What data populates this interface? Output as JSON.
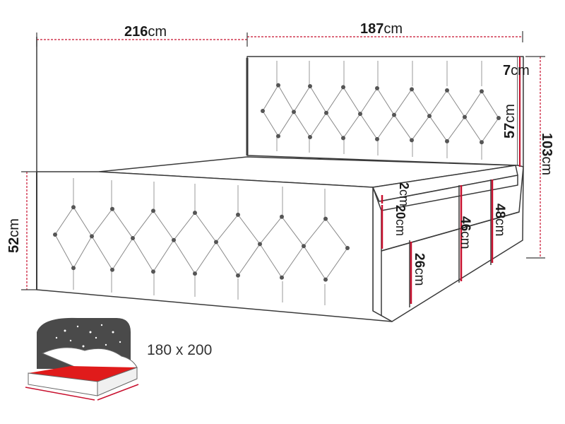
{
  "dimensions": {
    "total_length": {
      "value": "216",
      "unit": "cm"
    },
    "width": {
      "value": "187",
      "unit": "cm"
    },
    "headboard_top": {
      "value": "7",
      "unit": "cm"
    },
    "headboard_panel": {
      "value": "57",
      "unit": "cm"
    },
    "total_height": {
      "value": "103",
      "unit": "cm"
    },
    "footboard_height": {
      "value": "52",
      "unit": "cm"
    },
    "topper": {
      "value": "2",
      "unit": "cm"
    },
    "mattress": {
      "value": "20",
      "unit": "cm"
    },
    "base_upper": {
      "value": "46",
      "unit": "cm"
    },
    "base_total": {
      "value": "48",
      "unit": "cm"
    },
    "base_lower": {
      "value": "26",
      "unit": "cm"
    }
  },
  "sleeping_area": "180 x 200",
  "colors": {
    "outline": "#3a3a3a",
    "dimension_line": "#c8102e",
    "tufting_button": "#555555",
    "mattress_highlight": "#e01b1b",
    "headboard_thumb": "#4a4a4a"
  },
  "icons": [
    "bed-thumbnail-icon"
  ]
}
